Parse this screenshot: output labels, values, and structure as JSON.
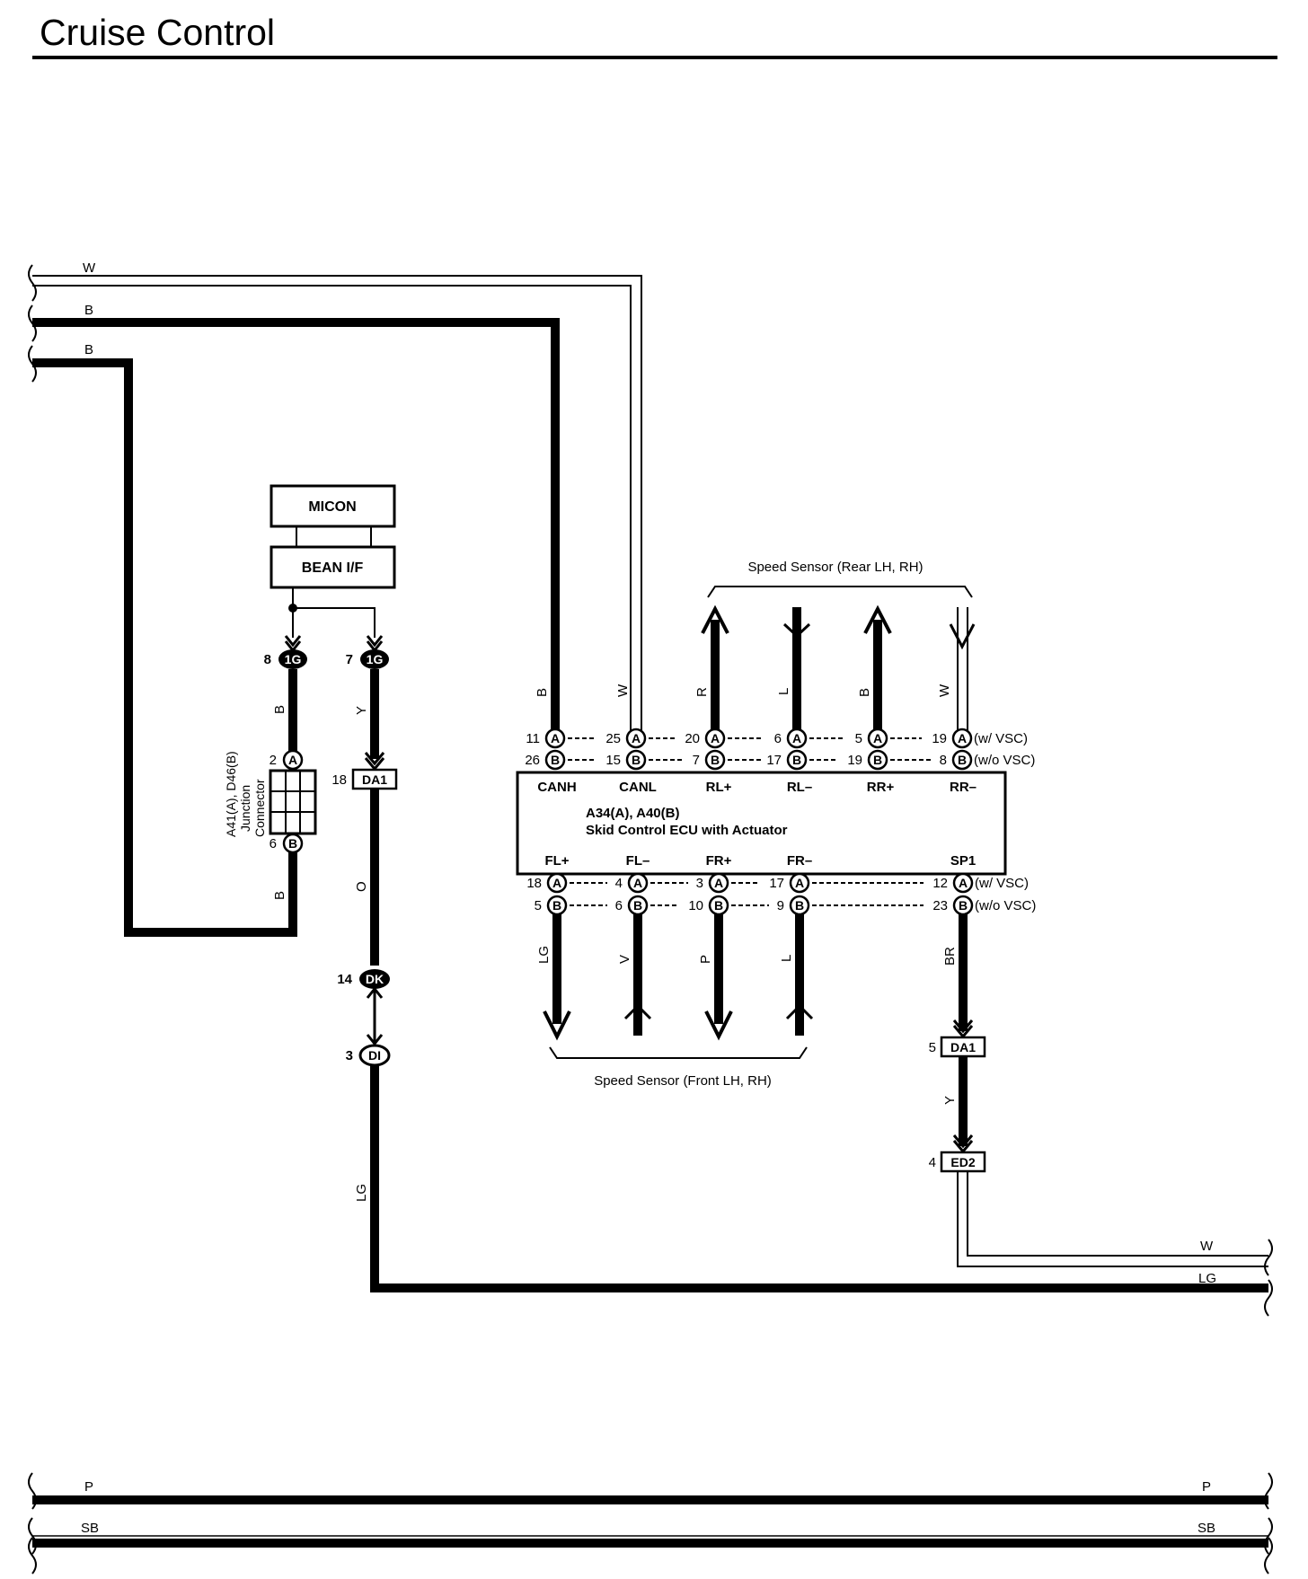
{
  "title": "Cruise Control",
  "wire_colors": {
    "top_w": "W",
    "top_b1": "B",
    "top_b2": "B",
    "junction_b_upper": "B",
    "junction_b_lower": "B",
    "y_1g": "Y",
    "o": "O",
    "lg_left": "LG",
    "ecu_canh": "B",
    "ecu_canl": "W",
    "ecu_rlp": "R",
    "ecu_rlm": "L",
    "ecu_rrp": "B",
    "ecu_rrm": "W",
    "ecu_flp": "LG",
    "ecu_flm": "V",
    "ecu_frp": "P",
    "ecu_frm": "L",
    "ecu_sp1": "BR",
    "da1_y": "Y",
    "right_w": "W",
    "right_lg": "LG",
    "bottom_p_left": "P",
    "bottom_p_right": "P",
    "bottom_sb_left": "SB",
    "bottom_sb_right": "SB"
  },
  "micon": "MICON",
  "bean": "BEAN I/F",
  "connectors": {
    "c1g_a": {
      "pin": "8",
      "code": "1G"
    },
    "c1g_b": {
      "pin": "7",
      "code": "1G"
    },
    "jc_a": {
      "pin": "2",
      "code": "A"
    },
    "jc_b": {
      "pin": "6",
      "code": "B"
    },
    "da1_left": {
      "pin": "18",
      "code": "DA1"
    },
    "dk": {
      "pin": "14",
      "code": "DK"
    },
    "di": {
      "pin": "3",
      "code": "DI"
    },
    "da1_right": {
      "pin": "5",
      "code": "DA1"
    },
    "ed2": {
      "pin": "4",
      "code": "ED2"
    }
  },
  "junction_connector": {
    "line1": "A41(A), D46(B)",
    "line2": "Junction",
    "line3": "Connector"
  },
  "ecu": {
    "line1": "A34(A), A40(B)",
    "line2": "Skid Control ECU with Actuator",
    "top_terminals": [
      "CANH",
      "CANL",
      "RL+",
      "RL–",
      "RR+",
      "RR–"
    ],
    "bottom_terminals": [
      "FL+",
      "FL–",
      "FR+",
      "FR–",
      "SP1"
    ],
    "top_pins_a": [
      "11",
      "25",
      "20",
      "6",
      "5",
      "19"
    ],
    "top_pins_b": [
      "26",
      "15",
      "7",
      "17",
      "19",
      "8"
    ],
    "bottom_pins_a": [
      "18",
      "4",
      "3",
      "17",
      "12"
    ],
    "bottom_pins_b": [
      "5",
      "6",
      "10",
      "9",
      "23"
    ],
    "conn_a": "A",
    "conn_b": "B",
    "w_vsc_top": "(w/ VSC)",
    "wo_vsc_top": "(w/o VSC)",
    "w_vsc_bottom": "(w/ VSC)",
    "wo_vsc_bottom": "(w/o VSC)"
  },
  "speed_sensor_rear": "Speed Sensor (Rear LH,  RH)",
  "speed_sensor_front": "Speed Sensor (Front LH,  RH)"
}
